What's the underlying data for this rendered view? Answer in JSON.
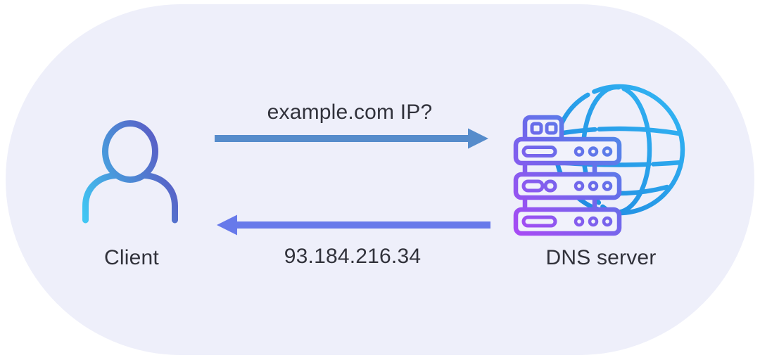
{
  "diagram": {
    "type": "dns-lookup-flow",
    "client": {
      "label": "Client",
      "icon": "person-icon"
    },
    "dns_server": {
      "label": "DNS server",
      "icon": "server-globe-icon"
    },
    "request": {
      "label": "example.com IP?",
      "direction": "client-to-server"
    },
    "response": {
      "label": "93.184.216.34",
      "direction": "server-to-client"
    },
    "colors": {
      "page_background": "#FFFFFF",
      "panel_background": "#EEEFFA",
      "request_arrow": "#568CCB",
      "response_arrow": "#6779EA",
      "text": "#31323B",
      "globe_gradient": [
        "#1E86DF",
        "#33B7F4"
      ],
      "server_gradient": [
        "#A84AF4",
        "#4A90E8"
      ],
      "client_gradient": [
        "#41C6F3",
        "#4B8FD7",
        "#5B58C4"
      ]
    }
  }
}
